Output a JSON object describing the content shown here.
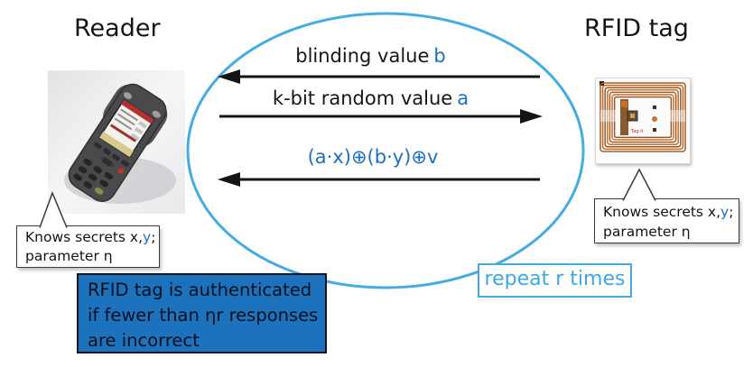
{
  "titles": {
    "reader": "Reader",
    "rfid_tag": "RFID tag"
  },
  "protocol": {
    "messages": [
      {
        "label": "blinding value",
        "accent": "b",
        "direction": "tag-to-reader"
      },
      {
        "label": "k-bit random value",
        "accent": "a",
        "direction": "reader-to-tag"
      },
      {
        "label": "",
        "accent": "(a·x)⊕(b·y)⊕v",
        "direction": "tag-to-reader"
      }
    ],
    "repeat_label": "repeat r times"
  },
  "callouts": {
    "reader": {
      "line1_prefix": "Knows secrets x,",
      "line1_accent": "y",
      "line1_suffix": ";",
      "line2": "parameter η"
    },
    "tag": {
      "line1_prefix": "Knows secrets x,",
      "line1_accent": "y",
      "line1_suffix": ";",
      "line2": "parameter η"
    }
  },
  "note": {
    "lines": [
      "RFID tag is authenticated",
      "if fewer than ηr responses",
      "are incorrect"
    ]
  },
  "icons": {
    "reader_device": "handheld-rfid-reader-photo",
    "rfid_tag": "rfid-tag-coil-photo"
  },
  "colors": {
    "accent_blue": "#1b70c6",
    "light_blue": "#45ace2",
    "note_fill": "#1d72bd",
    "arrow": "#141414",
    "callout_border": "#3a3a3a"
  }
}
